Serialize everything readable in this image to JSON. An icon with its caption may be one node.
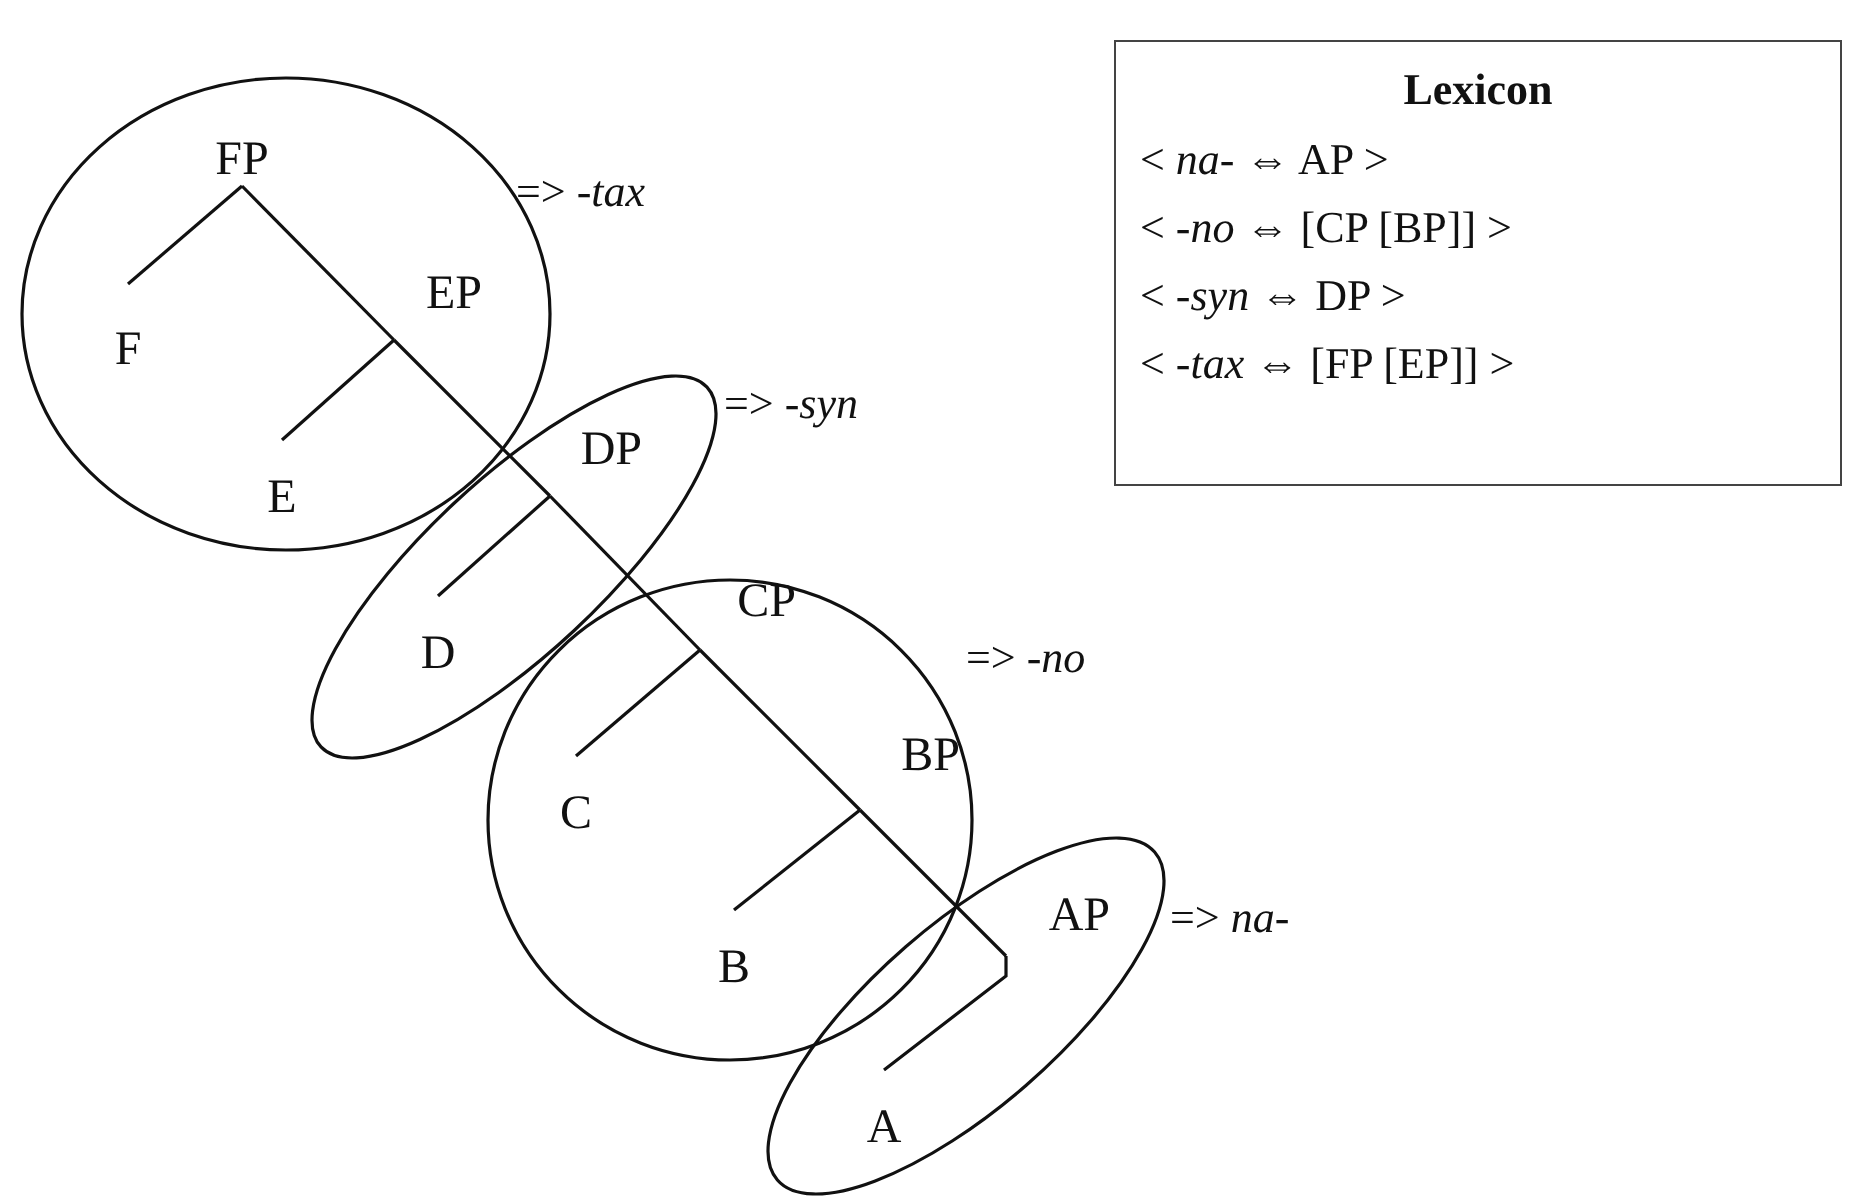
{
  "diagram": {
    "nodes": [
      {
        "text": [],
        "shape": "circle",
        "beside": [
          "=> *-tax*"
        ]
      },
      {
        "text": [
          "FP"
        ],
        "in": 0
      },
      {
        "text": [
          "F"
        ],
        "in": 0
      },
      {
        "text": [
          "EP"
        ],
        "in": 0
      },
      {
        "text": [
          "E"
        ],
        "in": 0
      },
      {
        "text": [],
        "shape": "ellipse",
        "beside": [
          "=> *-syn*"
        ]
      },
      {
        "text": [
          "DP"
        ],
        "in": 5
      },
      {
        "text": [
          "D"
        ],
        "in": 5
      },
      {
        "text": [],
        "shape": "circle",
        "beside": [
          "=> *-no*"
        ]
      },
      {
        "text": [
          "CP"
        ],
        "in": 8
      },
      {
        "text": [
          "C"
        ],
        "in": 8
      },
      {
        "text": [
          "BP"
        ],
        "in": 8
      },
      {
        "text": [
          "B"
        ],
        "in": 8
      },
      {
        "text": [],
        "shape": "ellipse",
        "beside": [
          "=> *na-*"
        ]
      },
      {
        "text": [
          "AP"
        ],
        "in": 13
      },
      {
        "text": [
          "A"
        ],
        "in": 13
      },
      {
        "text": [
          "Lexicon",
          "< *na-* ⇔ AP >",
          "< *-no* ⇔ [CP [BP]] >",
          "< *-syn* ⇔ DP >",
          "< *-tax* ⇔ [FP [EP]] >"
        ]
      }
    ],
    "edges": [
      {
        "from": 1,
        "to": 2,
        "arrow": "none"
      },
      {
        "from": 1,
        "to": 3,
        "arrow": "none"
      },
      {
        "from": 3,
        "to": 4,
        "arrow": "none"
      },
      {
        "from": 3,
        "to": 6,
        "arrow": "none"
      },
      {
        "from": 6,
        "to": 7,
        "arrow": "none"
      },
      {
        "from": 6,
        "to": 9,
        "arrow": "none"
      },
      {
        "from": 9,
        "to": 10,
        "arrow": "none"
      },
      {
        "from": 9,
        "to": 11,
        "arrow": "none"
      },
      {
        "from": 11,
        "to": 12,
        "arrow": "none"
      },
      {
        "from": 11,
        "to": 14,
        "arrow": "none"
      },
      {
        "from": 14,
        "to": 15,
        "arrow": "none"
      }
    ]
  }
}
